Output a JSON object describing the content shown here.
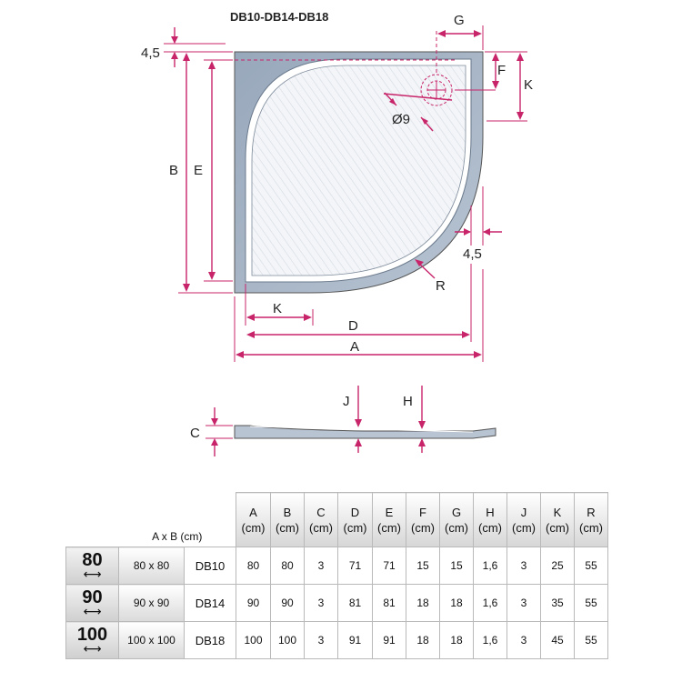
{
  "drawing": {
    "title": "DB10-DB14-DB18",
    "labels": {
      "g": "G",
      "f": "F",
      "k_right": "K",
      "top_offset": "4,5",
      "diameter": "Ø9",
      "b": "B",
      "e": "E",
      "right_offset": "4,5",
      "r": "R",
      "k_bottom": "K",
      "d": "D",
      "a": "A",
      "j": "J",
      "h": "H",
      "c": "C"
    },
    "colors": {
      "dimension": "#c8246a",
      "tray": "#a7b5c6",
      "basin": "#eef1f5"
    }
  },
  "table": {
    "axb_header": "A x B (cm)",
    "columns": [
      {
        "letter": "A",
        "unit": "(cm)"
      },
      {
        "letter": "B",
        "unit": "(cm)"
      },
      {
        "letter": "C",
        "unit": "(cm)"
      },
      {
        "letter": "D",
        "unit": "(cm)"
      },
      {
        "letter": "E",
        "unit": "(cm)"
      },
      {
        "letter": "F",
        "unit": "(cm)"
      },
      {
        "letter": "G",
        "unit": "(cm)"
      },
      {
        "letter": "H",
        "unit": "(cm)"
      },
      {
        "letter": "J",
        "unit": "(cm)"
      },
      {
        "letter": "K",
        "unit": "(cm)"
      },
      {
        "letter": "R",
        "unit": "(cm)"
      }
    ],
    "rows": [
      {
        "size": "80",
        "arrow": "⟷",
        "axb": "80 x 80",
        "model": "DB10",
        "values": [
          "80",
          "80",
          "3",
          "71",
          "71",
          "15",
          "15",
          "1,6",
          "3",
          "25",
          "55"
        ]
      },
      {
        "size": "90",
        "arrow": "⟷",
        "axb": "90 x 90",
        "model": "DB14",
        "values": [
          "90",
          "90",
          "3",
          "81",
          "81",
          "18",
          "18",
          "1,6",
          "3",
          "35",
          "55"
        ]
      },
      {
        "size": "100",
        "arrow": "⟷",
        "axb": "100 x 100",
        "model": "DB18",
        "values": [
          "100",
          "100",
          "3",
          "91",
          "91",
          "18",
          "18",
          "1,6",
          "3",
          "45",
          "55"
        ]
      }
    ]
  }
}
